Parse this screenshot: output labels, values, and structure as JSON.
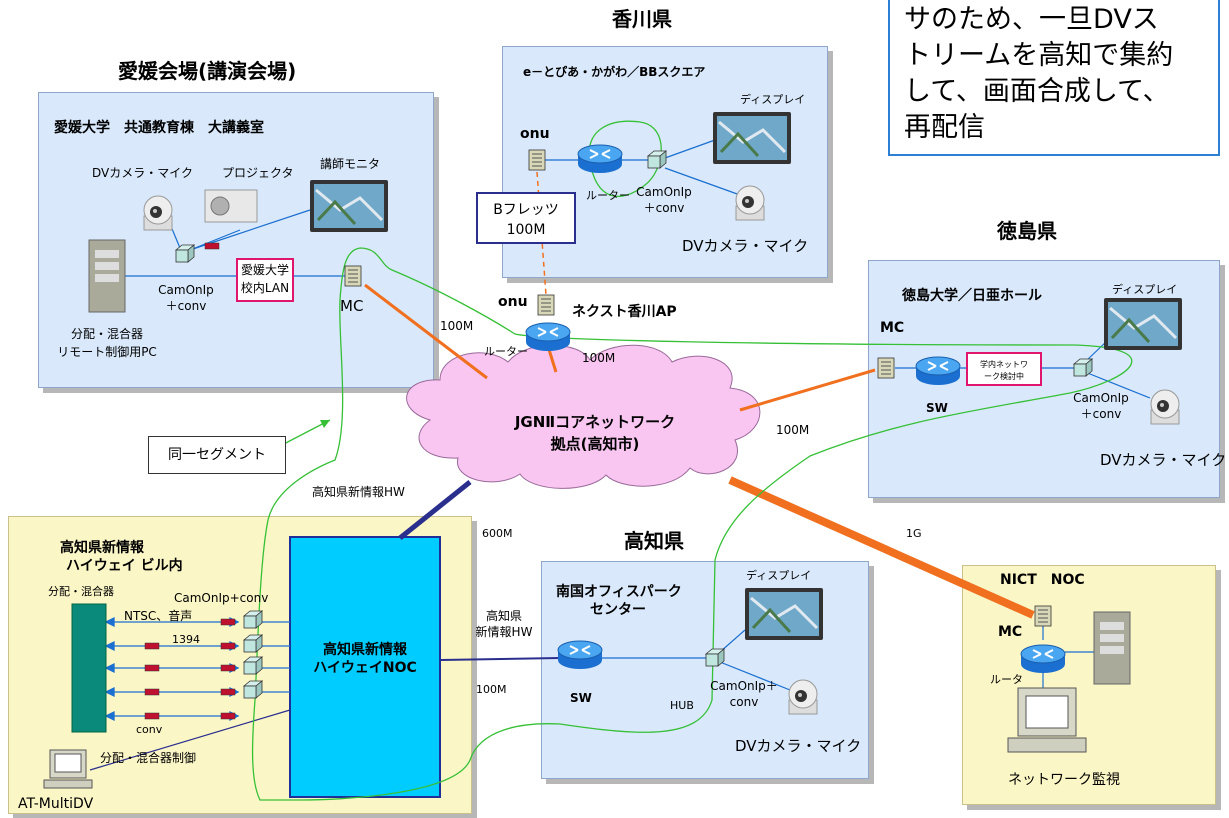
{
  "callout": {
    "line1": "サのため、一旦DVス",
    "line2": "トリームを高知で集約",
    "line3": "して、画面合成して、",
    "line4": "再配信"
  },
  "ehime": {
    "title": "愛媛会場(講演会場)",
    "room": "愛媛大学　共通教育棟　大講義室",
    "dv_camera": "DVカメラ・マイク",
    "projector": "プロジェクタ",
    "lecturer_monitor": "講師モニタ",
    "campus_lan": [
      "愛媛大学",
      "校内LAN"
    ],
    "camonip": [
      "CamOnIp",
      "＋conv"
    ],
    "mixer_pc": [
      "分配・混合器",
      "リモート制御用PC"
    ],
    "mc": "MC"
  },
  "kagawa": {
    "title": "香川県",
    "site": "e－とぴあ・かがわ／BBスクエア",
    "onu": "onu",
    "display": "ディスプレイ",
    "router": "ルーター",
    "camonip": [
      "CamOnIp",
      "＋conv"
    ],
    "bflets": [
      "Bフレッツ",
      "100M"
    ],
    "dv_camera": "DVカメラ・マイク",
    "onu2": "onu",
    "ap": "ネクスト香川AP",
    "router2": "ルーター"
  },
  "tokushima": {
    "title": "徳島県",
    "site": "徳島大学／日亜ホール",
    "display": "ディスプレイ",
    "mc": "MC",
    "sw": "SW",
    "campus_net": [
      "学内ネットワ",
      "ーク検討中"
    ],
    "camonip": [
      "CamOnIp",
      "＋conv"
    ],
    "dv_camera": "DVカメラ・マイク"
  },
  "core": {
    "title": "JGNⅡコアネットワーク",
    "subtitle": "拠点(高知市)"
  },
  "links": {
    "ehime_100m": "100M",
    "kagawa_100m": "100M",
    "tokushima_100m": "100M",
    "kochi_hw": "高知県新情報HW",
    "kochi_600m": "600M",
    "nict_1g": "1G",
    "nanoku_hw": [
      "高知県",
      "新情報HW"
    ],
    "nanoku_100m": "100M"
  },
  "segment": "同一セグメント",
  "kochi_building": {
    "title": [
      "高知県新情報",
      "ハイウェイ ビル内"
    ],
    "mixer": "分配・混合器",
    "camonip": "CamOnIp+conv",
    "ntsc": "NTSC、音声",
    "ieee": "1394",
    "conv": "conv",
    "control": "分配・混合器制御",
    "atmulti": "AT-MultiDV"
  },
  "noc": {
    "line1": "高知県新情報",
    "line2": "ハイウェイNOC"
  },
  "kochi": {
    "title": "高知県",
    "site": [
      "南国オフィスパーク",
      "センター"
    ],
    "display": "ディスプレイ",
    "sw": "SW",
    "hub": "HUB",
    "camonip": [
      "CamOnIp＋",
      "conv"
    ],
    "dv_camera": "DVカメラ・マイク"
  },
  "nict": {
    "title": "NICT　NOC",
    "mc": "MC",
    "router": "ルータ",
    "monitor": "ネットワーク監視"
  },
  "colors": {
    "site_bg": "#d9e9fb",
    "yellow_bg": "#fbf6c6",
    "cloud": "#f8c6f0",
    "noc": "#00ccff",
    "orange": "#f07020",
    "navy": "#2a2f8e",
    "green": "#36c036"
  }
}
